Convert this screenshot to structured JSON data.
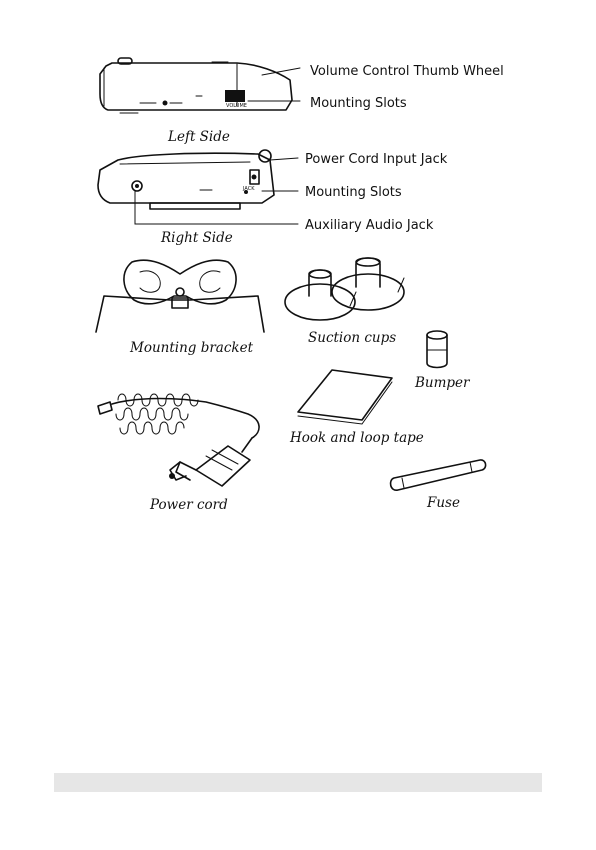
{
  "callouts": {
    "volume_wheel": "Volume Control Thumb Wheel",
    "mounting_slots_left": "Mounting Slots",
    "power_jack": "Power Cord Input Jack",
    "mounting_slots_right": "Mounting Slots",
    "aux_jack": "Auxiliary Audio Jack"
  },
  "captions": {
    "left_side": "Left Side",
    "right_side": "Right Side",
    "mounting_bracket": "Mounting bracket",
    "suction_cups": "Suction cups",
    "bumper": "Bumper",
    "hook_loop": "Hook and loop tape",
    "power_cord": "Power cord",
    "fuse": "Fuse"
  },
  "device_labels": {
    "volume": "VOLUME",
    "jack": "JACK"
  }
}
